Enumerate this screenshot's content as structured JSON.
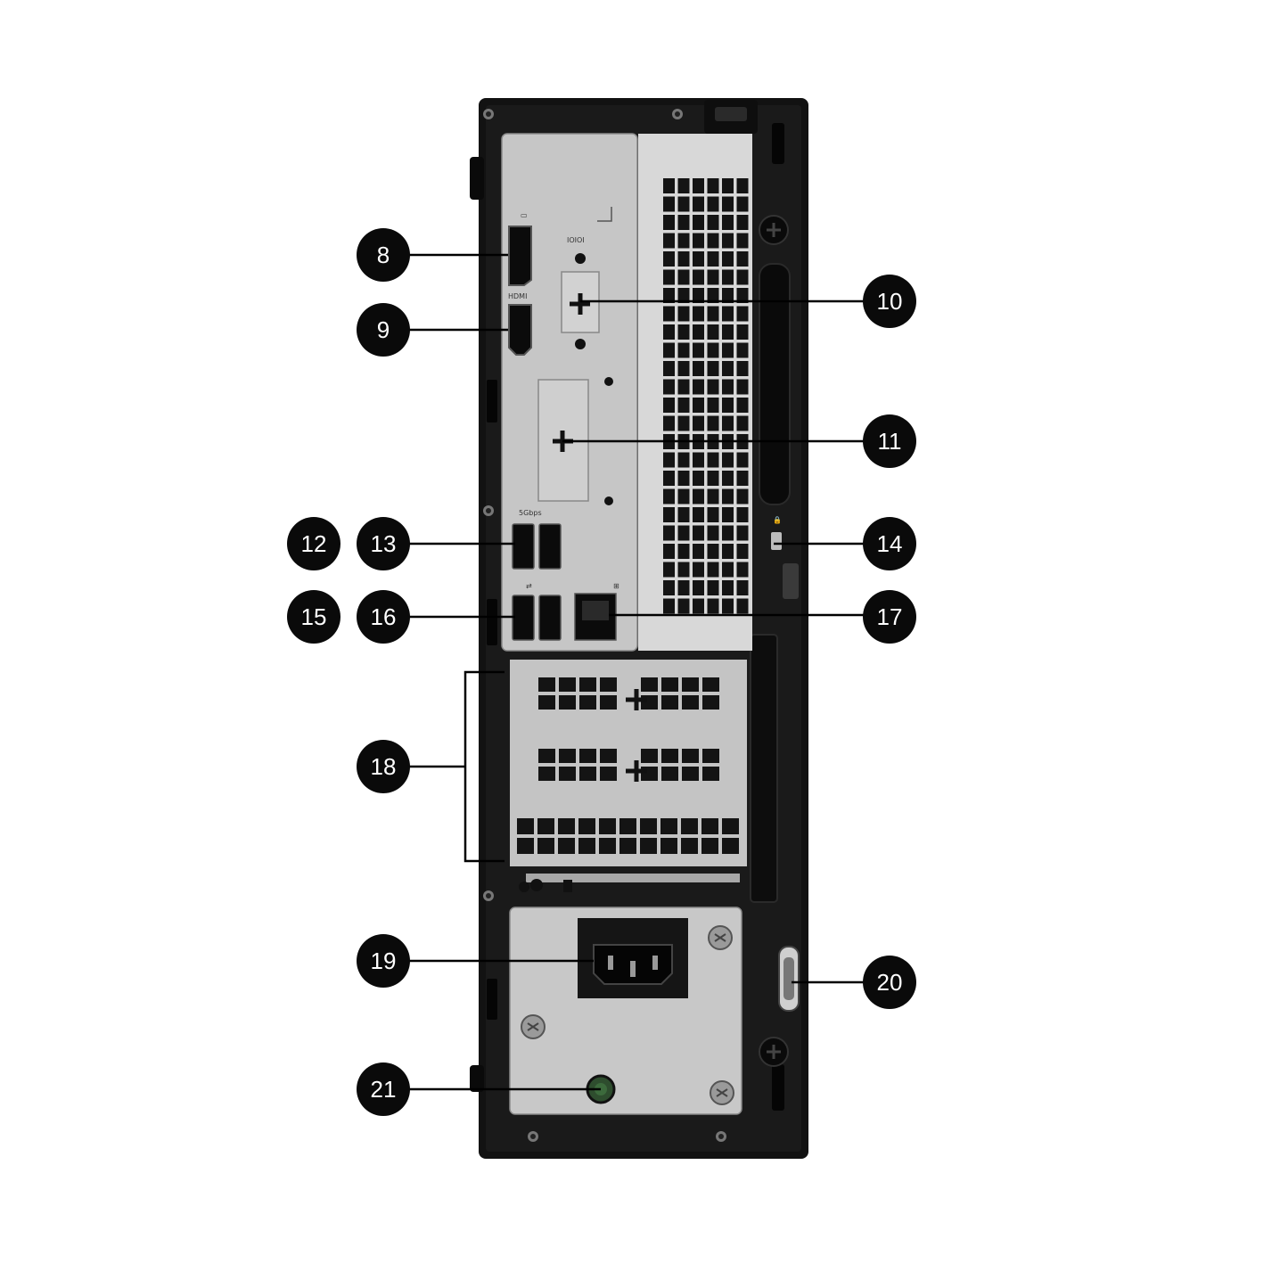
{
  "colors": {
    "chassis": "#111111",
    "panel": "#c9c9c9",
    "panel_dark": "#9a9a9a",
    "callout_fill": "#0a0a0a",
    "callout_text": "#ffffff",
    "leader_line": "#000000",
    "power_button": "#2e4d2e"
  },
  "callouts": {
    "c8": "8",
    "c9": "9",
    "c10": "10",
    "c11": "11",
    "c12": "12",
    "c13": "13",
    "c14": "14",
    "c15": "15",
    "c16": "16",
    "c17": "17",
    "c18": "18",
    "c19": "19",
    "c20": "20",
    "c21": "21"
  },
  "port_labels": {
    "serial": "IOIOI",
    "hdmi": "HDMI",
    "usb_speed": "5Gbps"
  },
  "icons": [
    "displayport-icon",
    "usb-icon",
    "network-icon",
    "lock-icon"
  ]
}
